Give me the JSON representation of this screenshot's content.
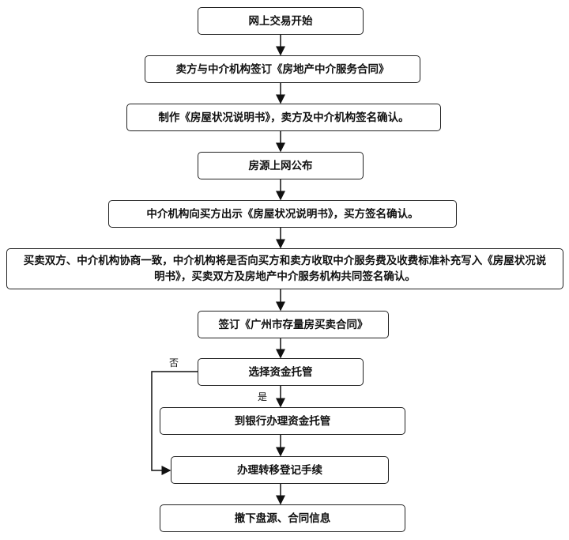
{
  "steps": [
    "网上交易开始",
    "卖方与中介机构签订《房地产中介服务合同》",
    "制作《房屋状况说明书》，卖方及中介机构签名确认。",
    "房源上网公布",
    "中介机构向买方出示《房屋状况说明书》，买方签名确认。",
    "买卖双方、中介机构协商一致，中介机构将是否向买方和卖方收取中介服务费及收费标准补充写入《房屋状况说明书》，买卖双方及房地产中介服务机构共同签名确认。",
    "签订《广州市存量房买卖合同》",
    "选择资金托管",
    "到银行办理资金托管",
    "办理转移登记手续",
    "撤下盘源、合同信息"
  ],
  "branch_labels": {
    "no": "否",
    "yes": "是"
  }
}
